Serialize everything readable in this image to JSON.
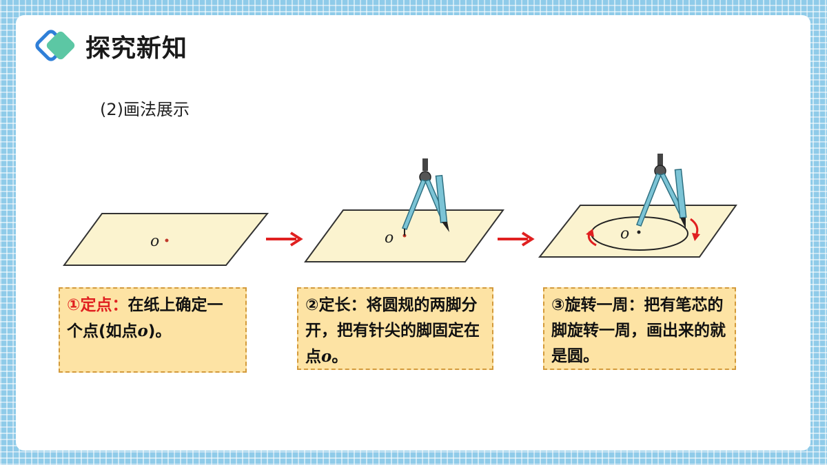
{
  "header": {
    "title": "探究新知"
  },
  "section": {
    "subtitle": "(2)画法展示"
  },
  "figures": {
    "point_label": "o"
  },
  "steps": [
    {
      "label": "①定点：",
      "text_a": "在纸上确定一个点(如点",
      "var": "o",
      "text_b": ")。"
    },
    {
      "label": "②定长：",
      "text_a": "将圆规的两脚分开，把有针尖的脚固定在点",
      "var": "o",
      "text_b": "。"
    },
    {
      "label": "③旋转一周：",
      "text_a": "把有笔芯的脚旋转一周，画出来的就是圆。",
      "var": "",
      "text_b": ""
    }
  ],
  "colors": {
    "paper": "#fbf3cf",
    "box_bg": "#fde3a4",
    "box_border": "#d39a3a",
    "arrow": "#e02020",
    "compass": "#7cc4d6",
    "logo_blue": "#2f7fd8",
    "logo_green": "#5cc7a4"
  }
}
